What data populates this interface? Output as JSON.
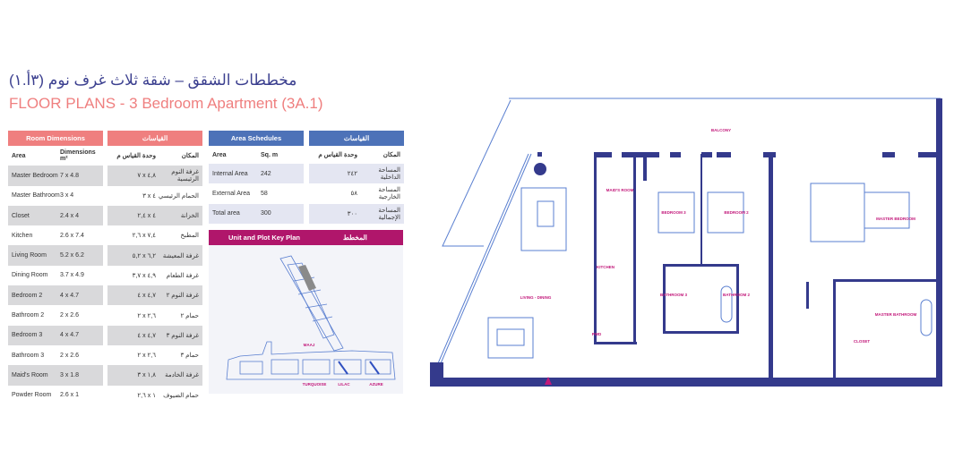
{
  "title_ar": "مخططات الشقق – شقة ثلاث غرف نوم (٣أ.١)",
  "title_en": "FLOOR PLANS - 3 Bedroom Apartment (3A.1)",
  "room_dimensions": {
    "header": "Room Dimensions",
    "col_area": "Area",
    "col_dim": "Dimensions m²",
    "rows": [
      [
        "Master Bedroom",
        "7 x 4.8"
      ],
      [
        "Master Bathroom",
        "3 x 4"
      ],
      [
        "Closet",
        "2.4 x 4"
      ],
      [
        "Kitchen",
        "2.6 x 7.4"
      ],
      [
        "Living Room",
        "5.2 x 6.2"
      ],
      [
        "Dining Room",
        "3.7 x 4.9"
      ],
      [
        "Bedroom 2",
        "4 x 4.7"
      ],
      [
        "Bathroom 2",
        "2 x 2.6"
      ],
      [
        "Bedroom 3",
        "4 x 4.7"
      ],
      [
        "Bathroom 3",
        "2 x 2.6"
      ],
      [
        "Maid's Room",
        "3 x 1.8"
      ],
      [
        "Powder Room",
        "2.6 x 1"
      ]
    ]
  },
  "room_dimensions_ar": {
    "header": "القياسات",
    "col_area": "المكان",
    "col_dim": "وحدة القياس م",
    "rows": [
      [
        "غرفة النوم الرئيسية",
        "٧ x ٤,٨"
      ],
      [
        "الحمام الرئيسي",
        "٣ x ٤"
      ],
      [
        "الخزانة",
        "٢,٤ x ٤"
      ],
      [
        "المطبخ",
        "٢,٦ x ٧,٤"
      ],
      [
        "غرفة المعيشة",
        "٥,٢ x ٦,٢"
      ],
      [
        "غرفة الطعام",
        "٣,٧ x ٤,٩"
      ],
      [
        "غرفة النوم ٢",
        "٤ x ٤,٧"
      ],
      [
        "حمام ٢",
        "٢ x ٢,٦"
      ],
      [
        "غرفة النوم ٣",
        "٤ x ٤,٧"
      ],
      [
        "حمام ٣",
        "٢ x ٢,٦"
      ],
      [
        "غرفة الخادمة",
        "٣ x ١,٨"
      ],
      [
        "حمام الضيوف",
        "٢,٦ x ١"
      ]
    ]
  },
  "area_schedules": {
    "header": "Area Schedules",
    "col_area": "Area",
    "col_val": "Sq. m",
    "rows": [
      [
        "Internal Area",
        "242"
      ],
      [
        "External Area",
        "58"
      ],
      [
        "Total area",
        "300"
      ]
    ]
  },
  "area_schedules_ar": {
    "header": "القياسات",
    "col_area": "المكان",
    "col_val": "وحدة القياس م",
    "rows": [
      [
        "المساحة الداخلية",
        "٢٤٢"
      ],
      [
        "المساحة الخارجية",
        "٥٨"
      ],
      [
        "المساحة الإجمالية",
        "٣٠٠"
      ]
    ]
  },
  "key_plan": {
    "header_en": "Unit and Plot Key Plan",
    "header_ar": "المخطط",
    "labels": [
      "MAAJ",
      "TURQUOISE",
      "LILAC",
      "AZURE"
    ]
  },
  "floor_plan": {
    "rooms": [
      "BALCONY",
      "MAID'S ROOM",
      "BEDROOM 3",
      "BEDROOM 2",
      "MASTER BEDROOM",
      "KITCHEN",
      "LIVING - DINING",
      "BATHROOM 3",
      "BATHROOM 2",
      "MASTER BATHROOM",
      "PWD",
      "CLOSET"
    ]
  },
  "colors": {
    "navy": "#343a8c",
    "coral": "#ef7f7f",
    "blue": "#4d72b8",
    "magenta": "#b0166b"
  }
}
